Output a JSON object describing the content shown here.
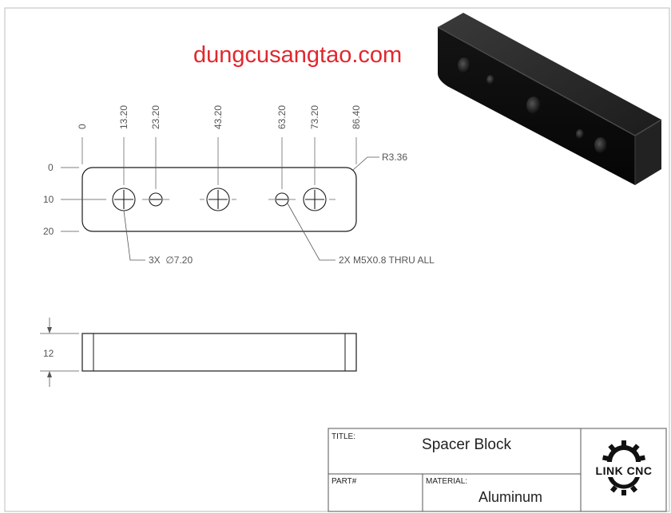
{
  "watermark": "dungcusangtao.com",
  "colors": {
    "watermark": "#e0282e",
    "line": "#1a1a1a",
    "dim": "#555555",
    "border": "#bdbdbd"
  },
  "top_view": {
    "x_dimensions": [
      "0",
      "13.20",
      "23.20",
      "43.20",
      "63.20",
      "73.20",
      "86.40"
    ],
    "y_dimensions": [
      "0",
      "10",
      "20"
    ],
    "radius_note": "R3.36",
    "hole_callout_large": "3X  ∅7.20",
    "hole_callout_small": "2X M5X0.8 THRU ALL"
  },
  "side_view": {
    "thickness": "12"
  },
  "title_block": {
    "title_label": "TITLE:",
    "title_value": "Spacer Block",
    "part_label": "PART#",
    "part_value": "",
    "material_label": "MATERIAL:",
    "material_value": "Aluminum",
    "logo_text": "LINK CNC"
  }
}
